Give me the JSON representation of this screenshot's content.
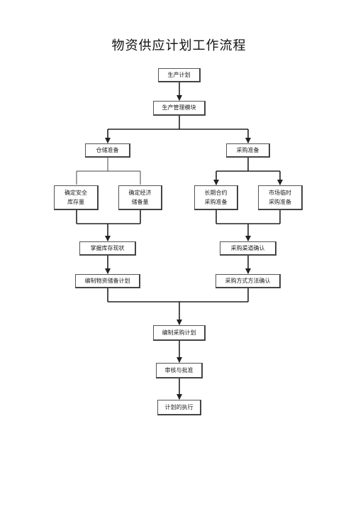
{
  "title": "物资供应计划工作流程",
  "nodes": {
    "production_plan": "生产计划",
    "production_management": "生产管理模块",
    "warehouse_prep": "仓储准备",
    "procurement_prep": "采购准备",
    "safety_stock": [
      "确定安全",
      "库存量"
    ],
    "economic_reserve": [
      "确定经济",
      "储备量"
    ],
    "long_term_contract": [
      "长期合约",
      "采购准备"
    ],
    "market_temporary": [
      "市场临时",
      "采购准备"
    ],
    "inventory_status": "掌握库存现状",
    "channel_confirm": "采购渠道确认",
    "reserve_plan": "编制物资储备计划",
    "method_confirm": "采购方式方法确认",
    "purchase_plan": "编制采购计划",
    "review_approval": "审核与批准",
    "plan_execution": "计划的执行"
  }
}
